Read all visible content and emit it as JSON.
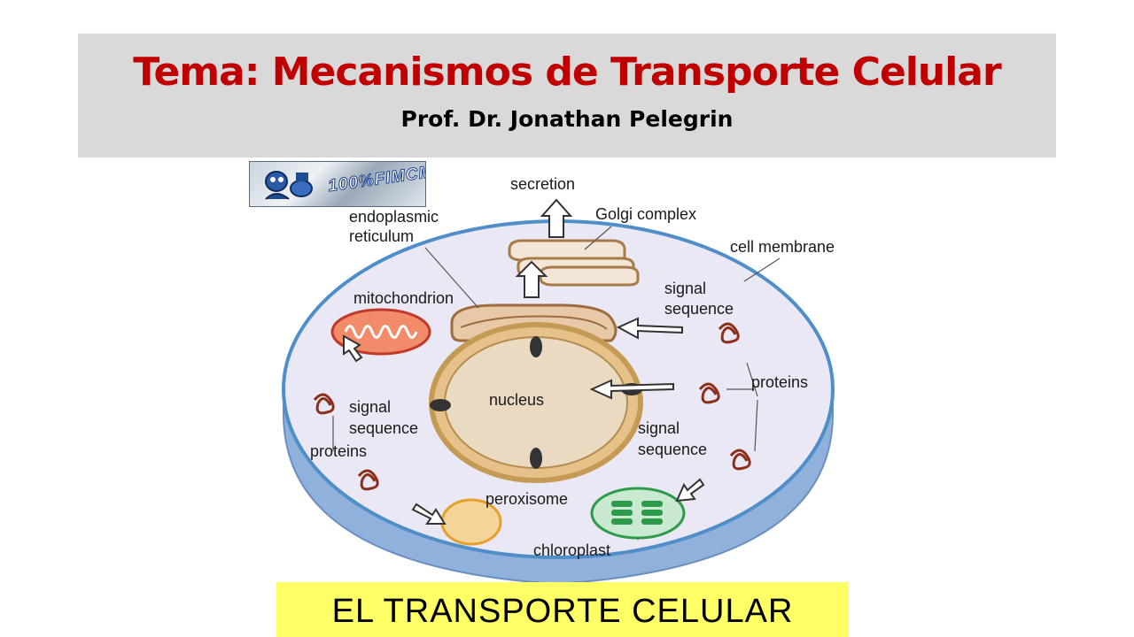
{
  "header": {
    "title": "Tema: Mecanismos de Transporte Celular",
    "subtitle": "Prof. Dr. Jonathan Pelegrin",
    "title_color": "#c00000"
  },
  "logo": {
    "text": "100%FIMCM",
    "emblem_icon": "cartoon-figure-icon"
  },
  "labels": {
    "secretion": "secretion",
    "golgi": "Golgi complex",
    "er_1": "endoplasmic",
    "er_2": "reticulum",
    "cell_membrane": "cell membrane",
    "mitochondrion": "mitochondrion",
    "signal_right_top_1": "signal",
    "signal_right_top_2": "sequence",
    "nucleus": "nucleus",
    "proteins_right": "proteins",
    "signal_left_1": "signal",
    "signal_left_2": "sequence",
    "proteins_left": "proteins",
    "signal_right_bottom_1": "signal",
    "signal_right_bottom_2": "sequence",
    "peroxisome": "peroxisome",
    "chloroplast": "chloroplast"
  },
  "banner": {
    "text": "EL TRANSPORTE CELULAR",
    "color": "#ffff66"
  }
}
